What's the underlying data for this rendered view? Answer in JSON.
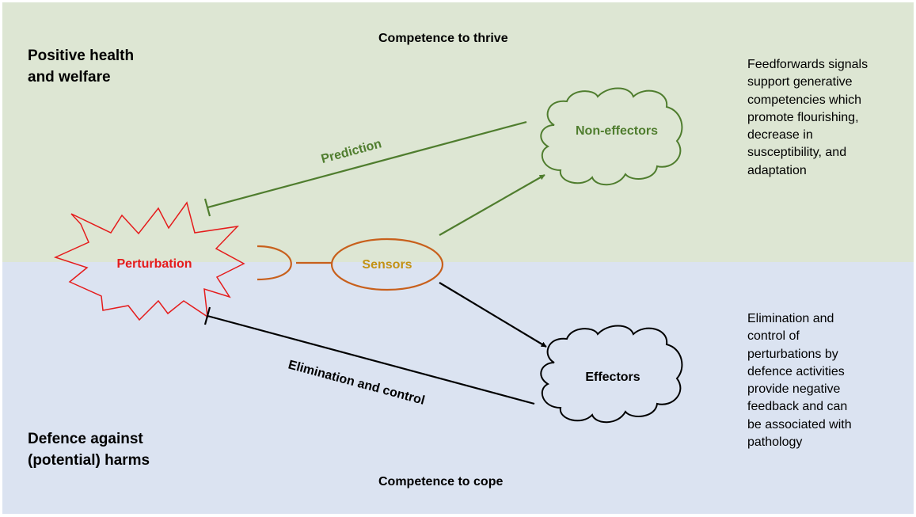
{
  "zones": {
    "top": {
      "heading": "Positive health\nand welfare",
      "competence": "Competence to thrive",
      "note": "Feedforwards signals\nsupport generative\ncompetencies which\npromote flourishing,\ndecrease in\nsusceptibility, and\nadaptation",
      "color": "#dde6d3"
    },
    "bottom": {
      "heading": "Defence against\n(potential) harms",
      "competence": "Competence to cope",
      "note": "Elimination and\ncontrol of\nperturbations by\ndefence activities\nprovide negative\nfeedback and can\nbe associated with\npathology",
      "color": "#dbe3f1"
    }
  },
  "nodes": {
    "perturbation": {
      "label": "Perturbation",
      "color": "#e51c1c",
      "shape": "starburst"
    },
    "sensors": {
      "label": "Sensors",
      "color": "#c8601c",
      "text_color": "#c39213",
      "shape": "ellipse"
    },
    "non_effectors": {
      "label": "Non-effectors",
      "color": "#4f7d2e",
      "shape": "cloud"
    },
    "effectors": {
      "label": "Effectors",
      "color": "#000000",
      "shape": "cloud"
    }
  },
  "edges": {
    "prediction": {
      "label": "Prediction",
      "from": "Non-effectors",
      "to": "Perturbation",
      "end": "inhibition-bar",
      "color": "#4f7d2e"
    },
    "elimination": {
      "label": "Elimination and control",
      "from": "Effectors",
      "to": "Perturbation",
      "end": "inhibition-bar",
      "color": "#000000"
    },
    "sensors_to_non_effectors": {
      "from": "Sensors",
      "to": "Non-effectors",
      "end": "arrow",
      "color": "#4f7d2e"
    },
    "sensors_to_effectors": {
      "from": "Sensors",
      "to": "Effectors",
      "end": "arrow",
      "color": "#000000"
    },
    "receptor_binding": {
      "from": "Sensors",
      "to": "Perturbation",
      "end": "socket",
      "color": "#c8601c"
    }
  }
}
